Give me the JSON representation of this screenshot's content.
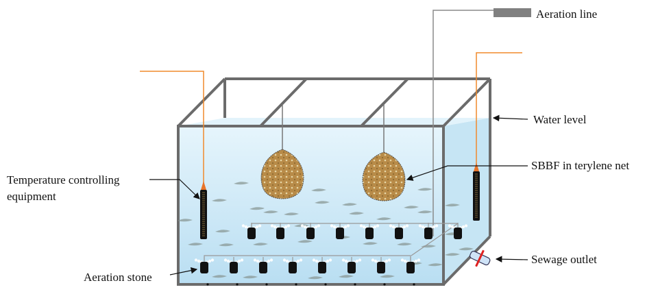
{
  "labels": {
    "aeration_line": "Aeration line",
    "water_level": "Water level",
    "sbbf": "SBBF in terylene net",
    "temperature_line1": "Temperature controlling",
    "temperature_line2": "equipment",
    "aeration_stone": "Aeration stone",
    "sewage_outlet": "Sewage outlet"
  },
  "colors": {
    "frame": "#6b6b6b",
    "water": "#cfe9f6",
    "heater_wire": "#f08a2c",
    "bag": "#b88b48"
  }
}
